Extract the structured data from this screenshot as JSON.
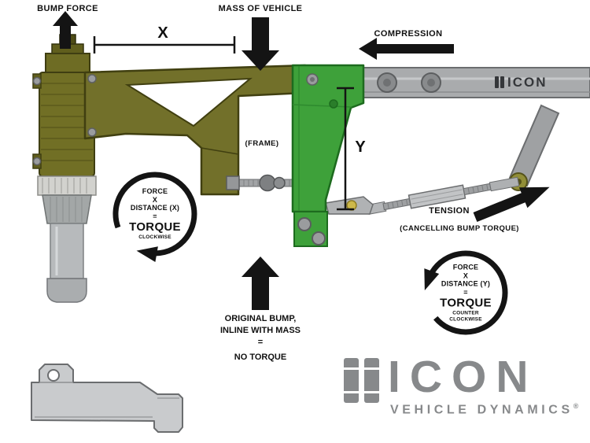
{
  "labels": {
    "bump_force": "BUMP FORCE",
    "mass_of_vehicle": "MASS OF VEHICLE",
    "compression": "COMPRESSION",
    "frame": "(FRAME)",
    "dim_x": "X",
    "dim_y": "Y",
    "tension": "TENSION",
    "tension_sub": "(CANCELLING BUMP TORQUE)",
    "original_bump_1": "ORIGINAL BUMP,",
    "original_bump_2": "INLINE WITH MASS",
    "original_bump_3": "=",
    "original_bump_4": "NO TORQUE"
  },
  "torque_cw": {
    "force": "FORCE",
    "times": "X",
    "distance": "DISTANCE (X)",
    "equals": "=",
    "torque": "TORQUE",
    "direction": "CLOCKWISE"
  },
  "torque_ccw": {
    "force": "FORCE",
    "times": "X",
    "distance": "DISTANCE (Y)",
    "equals": "=",
    "torque": "TORQUE",
    "direction1": "COUNTER",
    "direction2": "CLOCKWISE"
  },
  "logo": {
    "brand": "ICON",
    "tagline": "VEHICLE DYNAMICS",
    "registered": "®",
    "spring_brand": "ICON"
  },
  "colors": {
    "olive": "#72702A",
    "bracket_green": "#3EA13A",
    "metal_gray": "#A9ABAD",
    "arrow_black": "#141414",
    "logo_gray": "#87898B"
  }
}
